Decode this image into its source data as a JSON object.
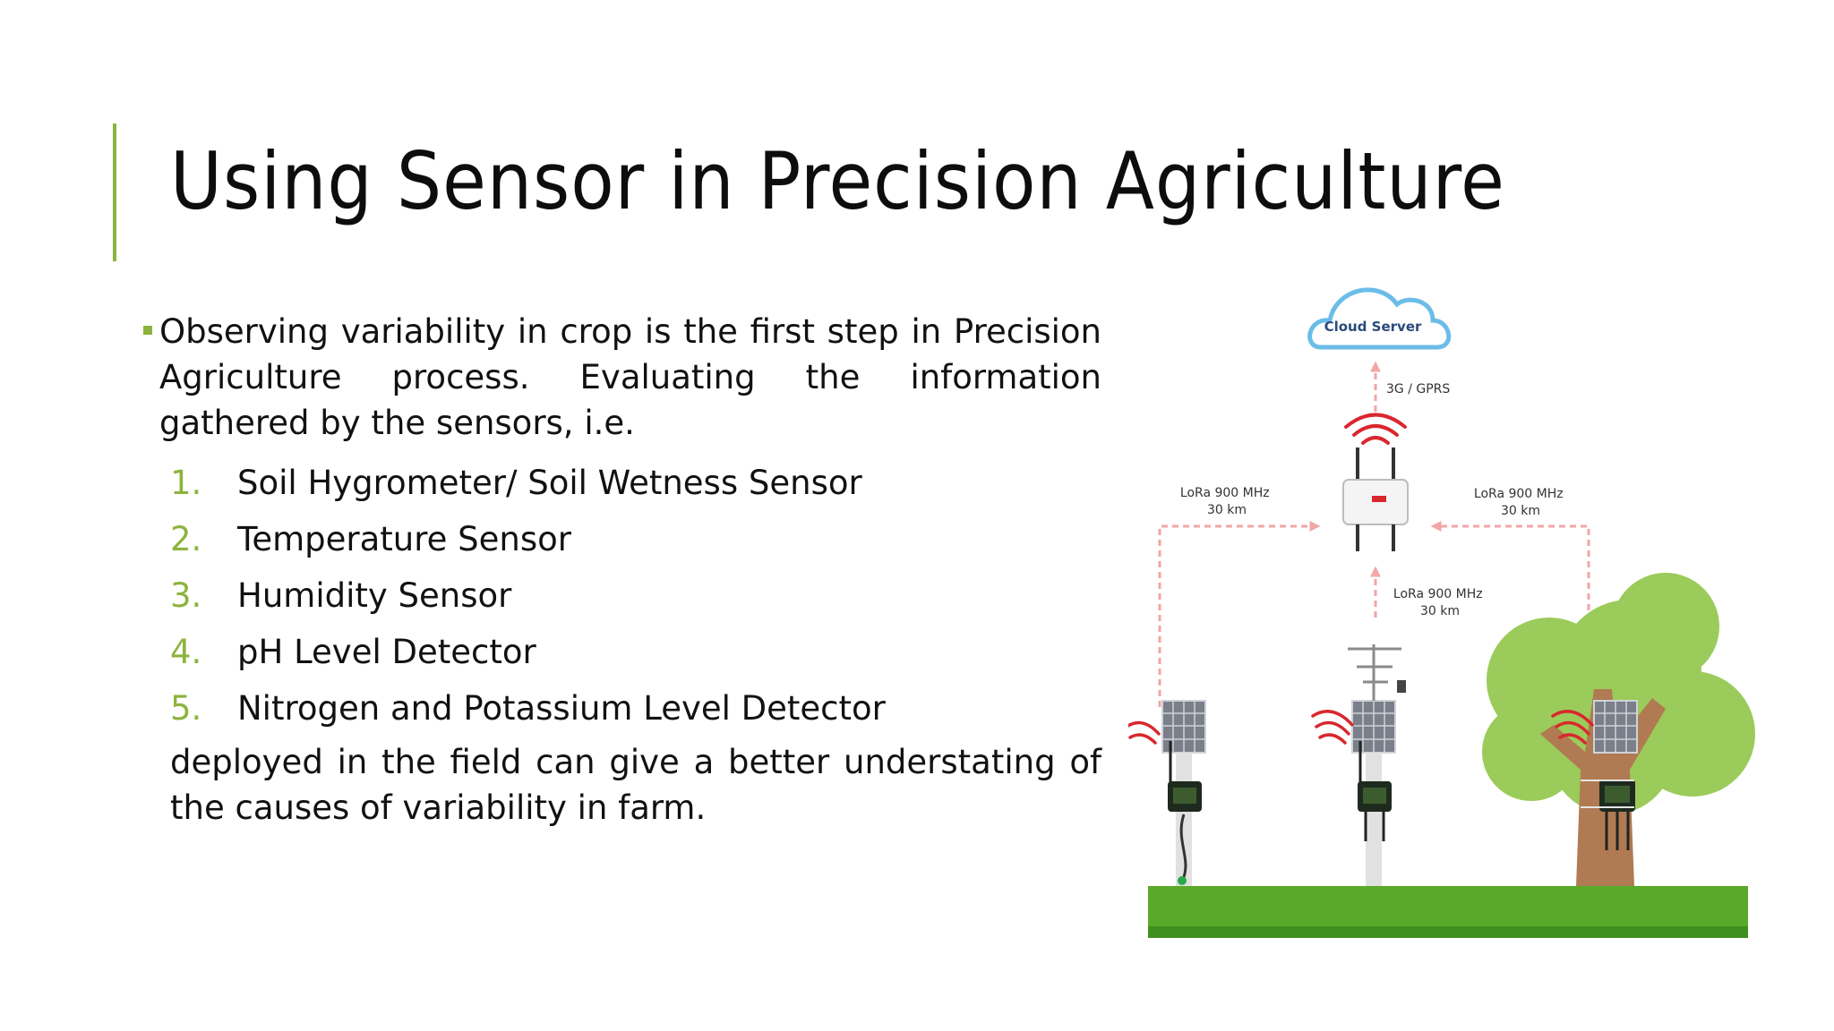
{
  "slide": {
    "title": "Using Sensor in Precision Agriculture",
    "intro": "Observing variability in crop is the first step in Precision Agriculture process. Evaluating the information gathered by the sensors, i.e.",
    "list": [
      {
        "num": "1.",
        "text": "Soil Hygrometer/ Soil Wetness Sensor"
      },
      {
        "num": "2.",
        "text": "Temperature Sensor"
      },
      {
        "num": "3.",
        "text": "Humidity Sensor"
      },
      {
        "num": "4.",
        "text": "pH Level Detector"
      },
      {
        "num": "5.",
        "text": "Nitrogen and Potassium Level Detector"
      }
    ],
    "outro": "deployed in the field can give a better understating of the causes of variability in farm."
  },
  "diagram": {
    "cloud": "Cloud Server",
    "uplink": "3G / GPRS",
    "left_link": {
      "line1": "LoRa 900 MHz",
      "line2": "30 km"
    },
    "right_link": {
      "line1": "LoRa 900 MHz",
      "line2": "30 km"
    },
    "center_link": {
      "line1": "LoRa 900 MHz",
      "line2": "30 km"
    }
  },
  "colors": {
    "accent": "#8cb43c",
    "arrow": "#f2a6a6",
    "signal": "#d9272e",
    "grass": "#5aaa2a",
    "tree": "#9bcb5a",
    "trunk": "#b07a52"
  }
}
